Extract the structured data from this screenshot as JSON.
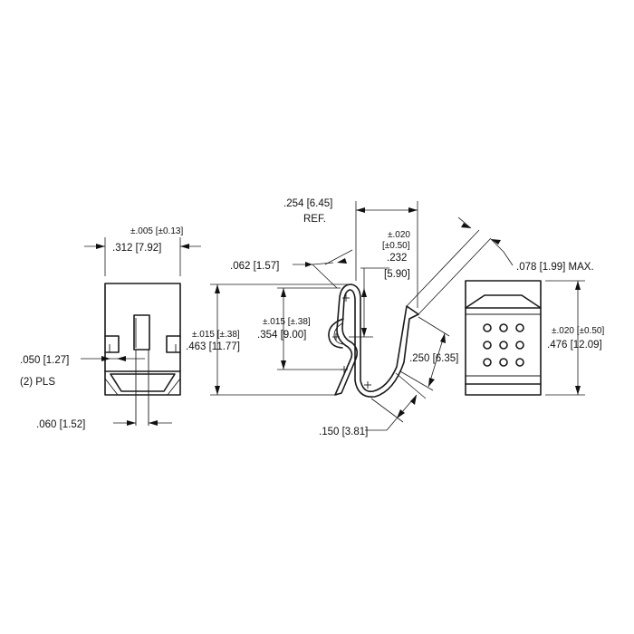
{
  "labels": {
    "width_tol": "±.005 [±0.13]",
    "width": ".312 [7.92]",
    "tab": ".050 [1.27]",
    "tab_qty": "(2) PLS",
    "gap": ".060 [1.52]",
    "ref_dim": ".254 [6.45]",
    "ref": "REF.",
    "thick": ".062 [1.57]",
    "tol_020": "±.020",
    "tol_050": "[±0.50]",
    "d232": ".232",
    "d590": "[5.90]",
    "max_dim": ".078 [1.99] MAX.",
    "tol_015_outer": "±.015 [±.38]",
    "h463": ".463 [11.77]",
    "tol_015_inner": "±.015 [±.38]",
    "h354": ".354 [9.00]",
    "d250": ".250 [6.35]",
    "d150": ".150 [3.81]",
    "tol_020_right": "±.020 [±0.50]",
    "h476": ".476 [12.09]"
  }
}
